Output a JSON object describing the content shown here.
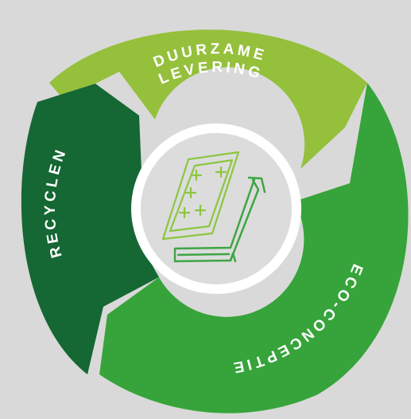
{
  "colors": {
    "background": "#d9d9d9",
    "hub": "#dcdcdc",
    "hub_ring": "#ffffff",
    "duurzame_levering": "#95c03c",
    "eco_conceptie": "#36a43a",
    "recyclen": "#156734",
    "icon_stroke": "#8cc63f",
    "icon_book": "#3ea544"
  },
  "segments": {
    "duurzame_levering": {
      "line1": "DUURZAME",
      "line2": "LEVERING"
    },
    "eco_conceptie": {
      "label": "ECO-CONCEPTIE"
    },
    "recyclen": {
      "label": "RECYCLEN"
    }
  },
  "center_icon": {
    "name": "eco-book-icon"
  }
}
